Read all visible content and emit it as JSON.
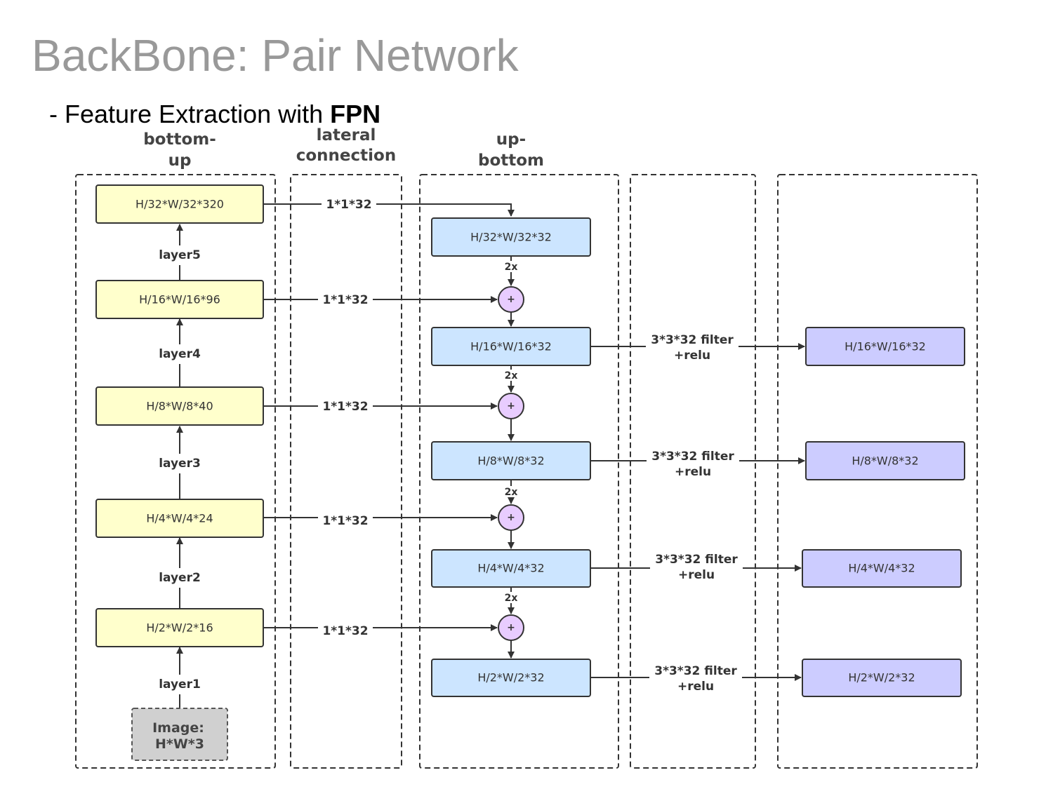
{
  "title": "BackBone: Pair Network",
  "subtitle": {
    "prefix": "- Feature Extraction with ",
    "bold": "FPN"
  },
  "columns": {
    "bottom_up": [
      "bottom-",
      "up"
    ],
    "lateral": [
      "lateral",
      "connection"
    ],
    "up_bottom": [
      "up-",
      "bottom"
    ]
  },
  "bottom_up_nodes": [
    "H/32*W/32*320",
    "H/16*W/16*96",
    "H/8*W/8*40",
    "H/4*W/4*24",
    "H/2*W/2*16"
  ],
  "layer_labels": [
    "layer5",
    "layer4",
    "layer3",
    "layer2",
    "layer1"
  ],
  "image_node": [
    "Image:",
    "H*W*3"
  ],
  "lateral_labels": [
    "1*1*32",
    "1*1*32",
    "1*1*32",
    "1*1*32",
    "1*1*32"
  ],
  "up_bottom_nodes": [
    "H/32*W/32*32",
    "H/16*W/16*32",
    "H/8*W/8*32",
    "H/4*W/4*32",
    "H/2*W/2*32"
  ],
  "upsample_labels": [
    "2x",
    "2x",
    "2x",
    "2x"
  ],
  "plus_symbol": "+",
  "filter_labels": [
    [
      "3*3*32 filter",
      "+relu"
    ],
    [
      "3*3*32 filter",
      "+relu"
    ],
    [
      "3*3*32 filter",
      "+relu"
    ],
    [
      "3*3*32 filter",
      "+relu"
    ]
  ],
  "output_nodes": [
    "H/16*W/16*32",
    "H/8*W/8*32",
    "H/4*W/4*32",
    "H/2*W/2*32"
  ],
  "colors": {
    "bottom_up_fill": "#FFFFCC",
    "up_bottom_fill": "#CCE5FF",
    "output_fill": "#CCCCFF",
    "plus_fill": "#E8CCFF",
    "image_fill": "#D0D0D0",
    "stroke": "#333333"
  }
}
